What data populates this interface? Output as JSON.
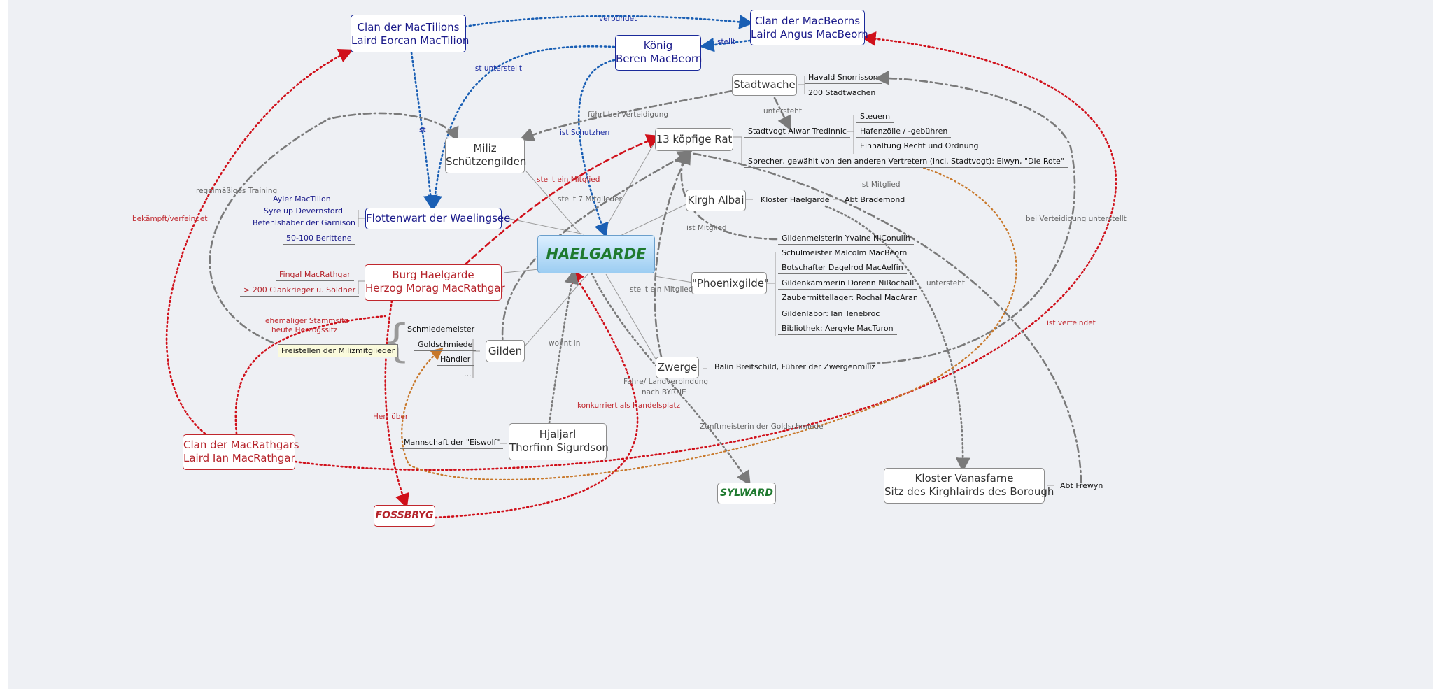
{
  "nodes": {
    "center": "HAELGARDE",
    "mactilions": [
      "Clan der MacTilions",
      "Laird Eorcan MacTilion"
    ],
    "macbeorns": [
      "Clan der MacBeorns",
      "Laird Angus MacBeorn"
    ],
    "koenig": [
      "König",
      "Beren MacBeorn"
    ],
    "stadtwache": "Stadtwache",
    "rat": "13 köpfige Rat",
    "miliz": [
      "Miliz",
      "Schützengilden"
    ],
    "flottenwart": "Flottenwart der Waelingsee",
    "kirgh": "Kirgh Albai",
    "phoenix": "\"Phoenixgilde\"",
    "burg": [
      "Burg Haelgarde",
      "Herzog Morag MacRathgar"
    ],
    "gilden": "Gilden",
    "zwerge": "Zwerge",
    "hjaljarl": [
      "Hjaljarl",
      "Thorfinn Sigurdson"
    ],
    "macrathgars": [
      "Clan der MacRathgars",
      "Laird Ian MacRathgar"
    ],
    "fossbryg": "FOSSBRYG",
    "sylward": "SYLWARD",
    "kloster": [
      "Kloster Vanasfarne",
      "Sitz des Kirghlairds des Borough"
    ]
  },
  "labels": {
    "stadtwache": [
      "Havald Snorrisson",
      "200 Stadtwachen"
    ],
    "stadtvogt": "Stadtvogt Alwar Tredinnic",
    "stadtvogt_items": [
      "Steuern",
      "Hafenzölle / -gebühren",
      "Einhaltung Recht und Ordnung"
    ],
    "sprecher": "Sprecher, gewählt von den anderen Vertretern (incl. Stadtvogt): Elwyn, \"Die Rote\"",
    "kirgh": [
      "Kloster Haelgarde",
      "Abt Brademond"
    ],
    "phoenix": [
      "Gildenmeisterin Yvaine NiConuilh",
      "Schulmeister Malcolm MacBeorn",
      "Botschafter Dagelrod MacAelfin",
      "Gildenkämmerin Dorenn NiRochall",
      "Zaubermittellager: Rochal MacAran",
      "Gildenlabor: Ian Tenebroc",
      "Bibliothek: Aergyle MacTuron"
    ],
    "flottenwart": [
      "Ayler MacTilion",
      "Syre up Devernsford",
      "Befehlshaber der Garnison",
      "50-100 Berittene"
    ],
    "burg": [
      "Fingal MacRathgar",
      "> 200 Clankrieger u. Söldner"
    ],
    "gilden": [
      "Schmiedemeister",
      "Goldschmiede",
      "Händler",
      "..."
    ],
    "note": "Freistellen der Milizmitglieder",
    "zwerge": "Balin Breitschild, Führer der Zwergenmiliz",
    "hjaljarl": "Mannschaft der \"Eiswolf\"",
    "kloster": "Abt Frewyn"
  },
  "edges": {
    "verbuendet": "verbündet",
    "stellt": "stellt",
    "ist_unterstellt": "ist unterstellt",
    "ist": "ist",
    "ist_schutzherr": "ist Schutzherr",
    "fuehrt": "führt bei Verteidigung",
    "untersteht1": "untersteht",
    "stellt_ein_mitglied": "stellt ein Mitglied",
    "stellt_7": "stellt 7 Mitglieder",
    "regelmaessig": "regelmäßiges Training",
    "bekaempft": "bekämpft/verfeindet",
    "ist_mitglied1": "ist Mitglied",
    "ist_mitglied2": "ist Mitglied",
    "bei_verteidigung": "bei Verteidigung unterstellt",
    "untersteht2": "untersteht",
    "ist_verfeindet": "ist verfeindet",
    "stellt_ein_mitglied2": "stellt ein Mitglied",
    "ehemaliger": [
      "ehemaliger Stammsitz",
      "heute Herzogssitz"
    ],
    "wohnt_in": "wohnt in",
    "herr_ueber": "Herr über",
    "konkurriert": "konkurriert als Handelsplatz",
    "faehre": [
      "Fähre/ Landverbindung",
      "nach BYRNE"
    ],
    "zunftmeisterin": "Zunftmeisterin der Goldschmiede"
  },
  "colors": {
    "blue": "#1a5fb4",
    "red": "#d0101a",
    "grey": "#7a7a7a",
    "orange": "#c8782a"
  }
}
